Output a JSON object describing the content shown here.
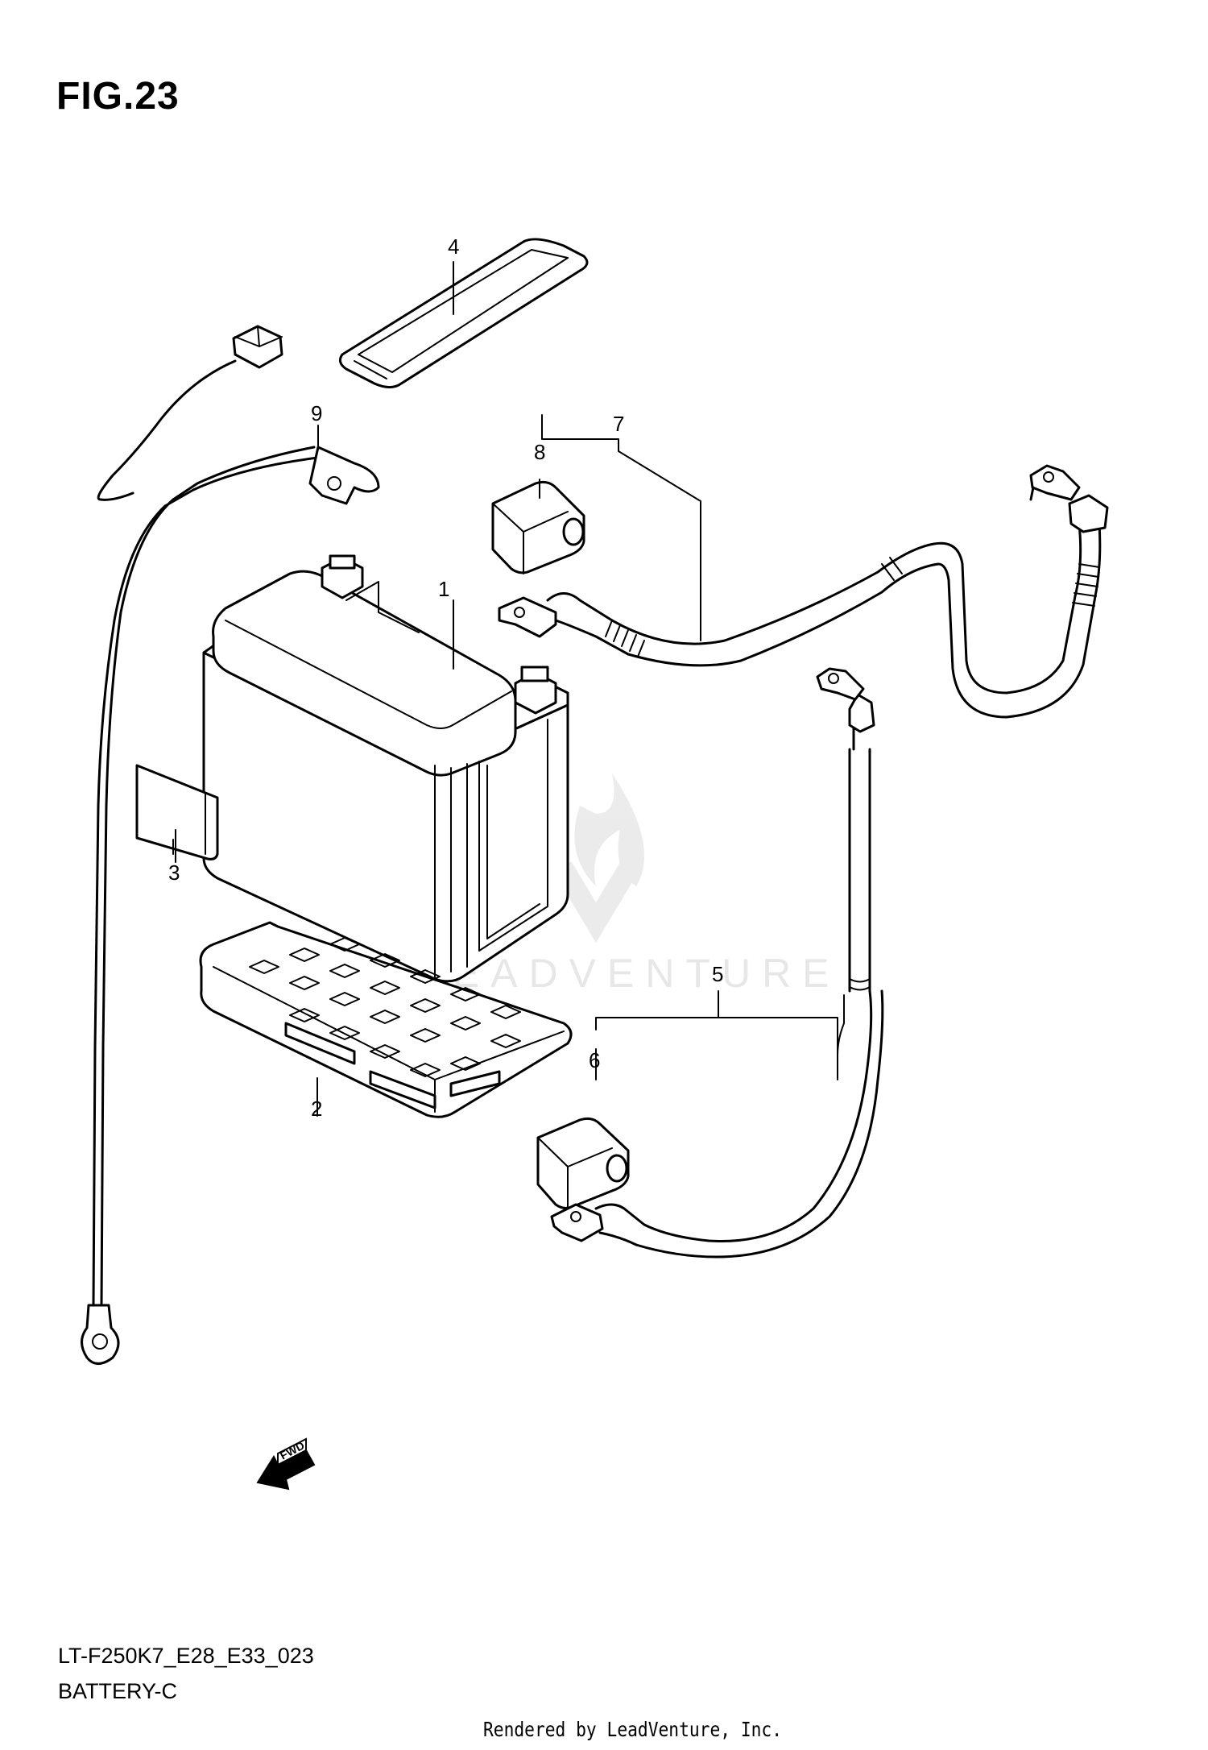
{
  "figure": {
    "title": "FIG.23"
  },
  "callouts": [
    "1",
    "2",
    "3",
    "4",
    "5",
    "6",
    "7",
    "8",
    "9"
  ],
  "fwd_label": "FWD",
  "watermark": "LEADVENTURE",
  "footer": {
    "code": "LT-F250K7_E28_E33_023",
    "name": "BATTERY-C",
    "rendered_by": "Rendered by LeadVenture, Inc."
  }
}
